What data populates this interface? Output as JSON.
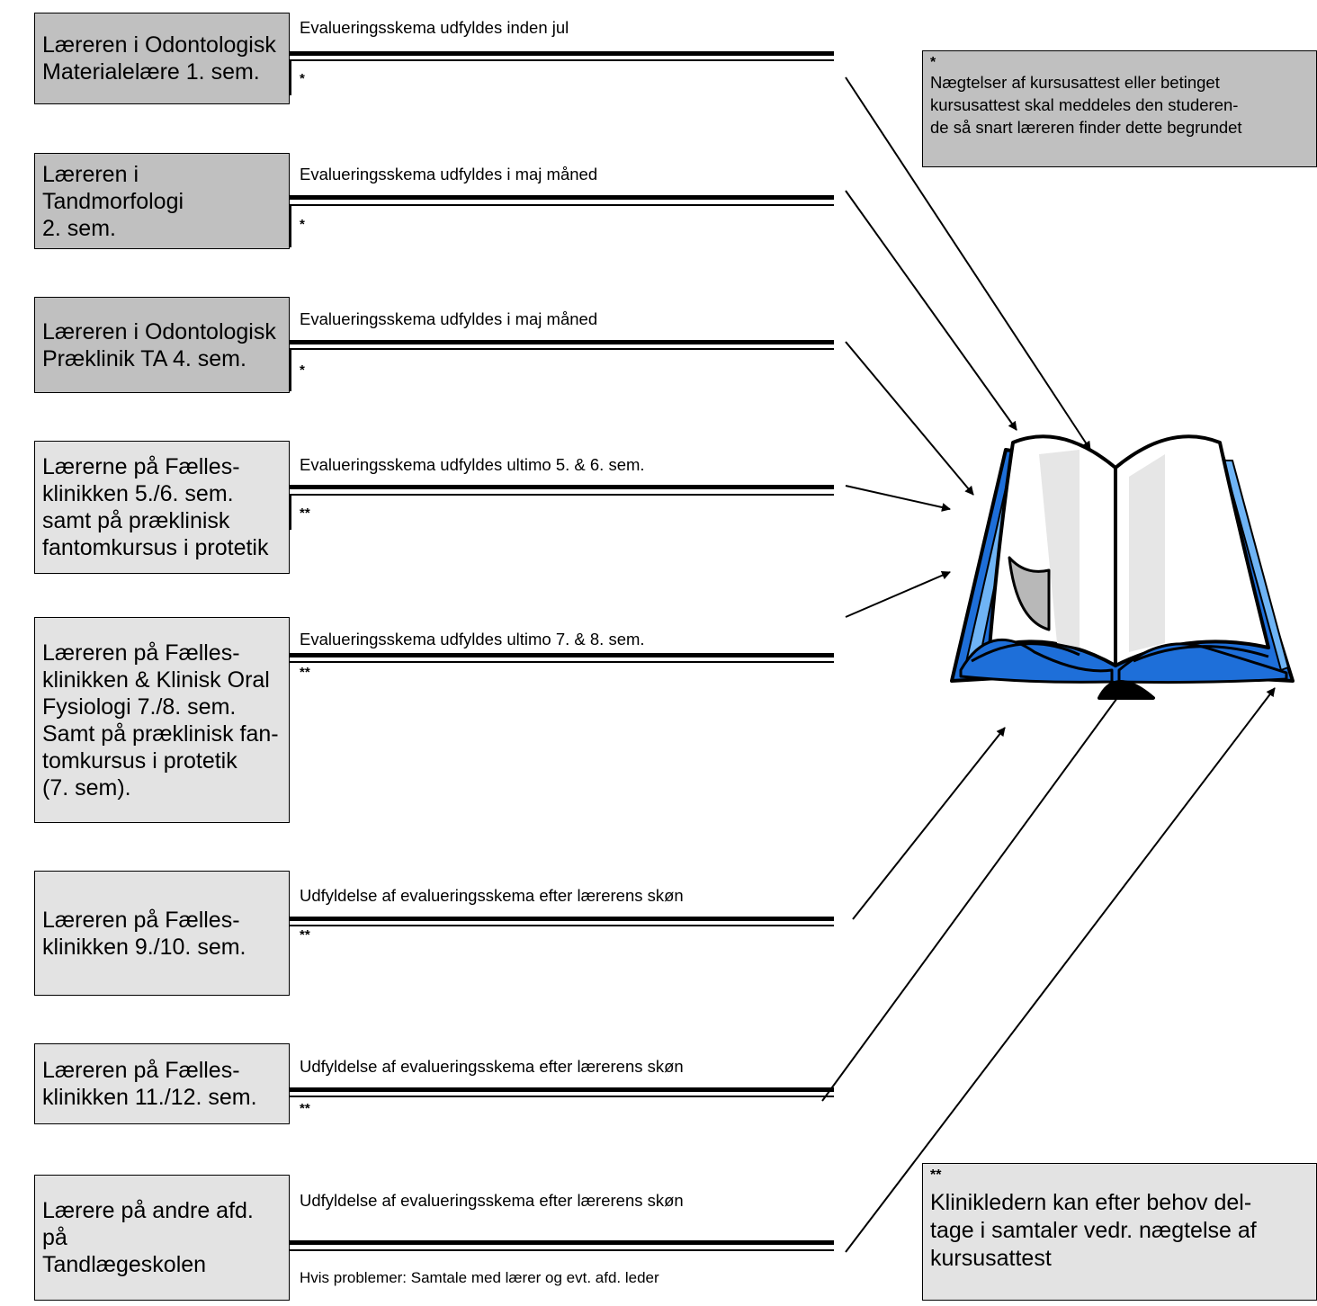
{
  "rows": [
    {
      "teacher": "Læreren i Odontologisk\nMaterialelære 1. sem.",
      "label": "Evalueringsskema udfyldes inden jul",
      "mark": "*"
    },
    {
      "teacher": "Læreren i Tandmorfologi\n2. sem.",
      "label": "Evalueringsskema udfyldes i maj måned",
      "mark": "*"
    },
    {
      "teacher": "Læreren i Odontologisk\nPræklinik TA 4. sem.",
      "label": "Evalueringsskema udfyldes i maj måned",
      "mark": "*"
    },
    {
      "teacher": "Lærerne på Fælles-\nklinikken 5./6. sem.\nsamt på præklinisk\nfantomkursus i protetik",
      "label": "Evalueringsskema udfyldes ultimo 5. & 6. sem.",
      "mark": "**"
    },
    {
      "teacher": "Læreren på Fælles-\nklinikken  & Klinisk Oral\nFysiologi  7./8. sem.\nSamt på præklinisk fan-\ntomkursus i protetik\n(7. sem).",
      "label": "Evalueringsskema udfyldes ultimo 7. &  8. sem.",
      "mark": "**"
    },
    {
      "teacher": "Læreren på Fælles-\nklinikken 9./10. sem.",
      "label": "Udfyldelse af evalueringsskema efter lærerens skøn",
      "mark": "**"
    },
    {
      "teacher": "Læreren på Fælles-\nklinikken 11./12. sem.",
      "label": "Udfyldelse af evalueringsskema efter lærerens skøn",
      "mark": "**"
    },
    {
      "teacher": "Lærere på andre afd. på\nTandlægeskolen",
      "label": "Udfyldelse af evalueringsskema efter lærerens skøn",
      "mark": "Hvis problemer: Samtale med lærer og evt. afd. leder"
    }
  ],
  "note_top": {
    "mark": "*",
    "text": "Nægtelser af kursusattest eller betinget\nkursusattest skal meddeles den studeren-\nde så snart læreren finder dette begrundet"
  },
  "note_bottom": {
    "mark": "**",
    "text": "Klinikledern kan efter behov del-\ntage i samtaler vedr. nægtelse af\nkursusattest"
  },
  "colors": {
    "dark_box": "#c0c0c0",
    "light_box": "#e3e3e3",
    "book_blue": "#1e6fd9",
    "book_light_blue": "#6fb4f5"
  },
  "icons": [
    "open-book-icon"
  ]
}
